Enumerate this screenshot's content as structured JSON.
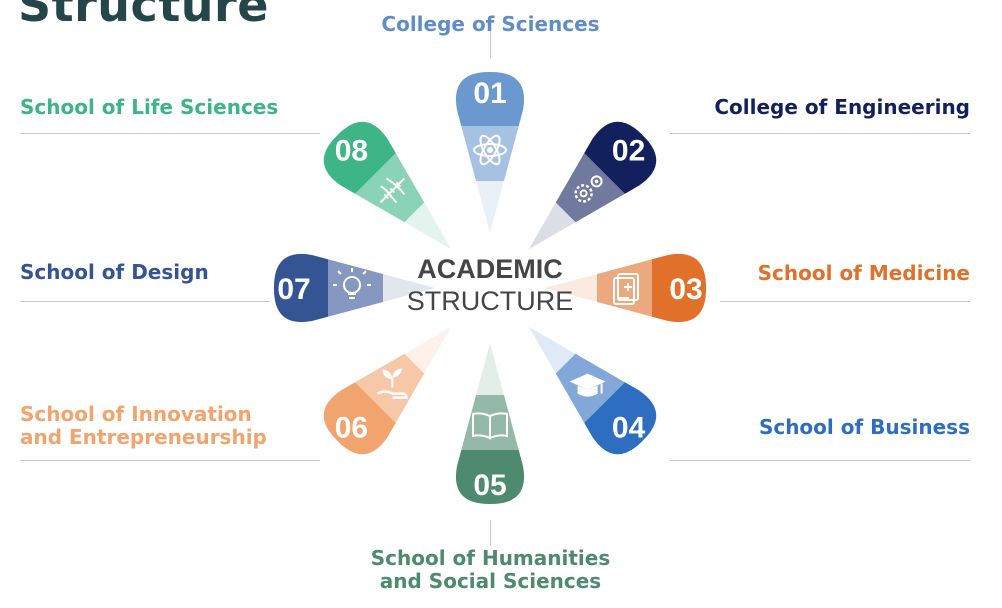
{
  "title": "Structure",
  "center": {
    "line1": "ACADEMIC",
    "line2": "STRUCTURE"
  },
  "segments": [
    {
      "number": "01",
      "name": "College of Sciences",
      "icon": "atom-icon",
      "color": "#6a98cf",
      "text_color": "#5f8ec6"
    },
    {
      "number": "02",
      "name": "College of Engineering",
      "icon": "gears-icon",
      "color": "#13205e",
      "text_color": "#13205e"
    },
    {
      "number": "03",
      "name": "School of Medicine",
      "icon": "medical-document-icon",
      "color": "#e0702a",
      "text_color": "#e0702a"
    },
    {
      "number": "04",
      "name": "School of Business",
      "icon": "graduation-cap-icon",
      "color": "#2e6ec0",
      "text_color": "#2e6ec0"
    },
    {
      "number": "05",
      "name": "School of Humanities and Social Sciences",
      "name_lines": [
        "School of Humanities",
        "and Social Sciences"
      ],
      "icon": "open-book-icon",
      "color": "#4d8a6e",
      "text_color": "#4d8a6e"
    },
    {
      "number": "06",
      "name": "School of Innovation and Entrepreneurship",
      "name_lines": [
        "School of Innovation",
        "and Entrepreneurship"
      ],
      "icon": "plant-hand-icon",
      "color": "#f2a46e",
      "text_color": "#f2a46e"
    },
    {
      "number": "07",
      "name": "School of Design",
      "icon": "lightbulb-icon",
      "color": "#355494",
      "text_color": "#355494"
    },
    {
      "number": "08",
      "name": "School of Life Sciences",
      "icon": "dna-icon",
      "color": "#3db587",
      "text_color": "#3db587"
    }
  ]
}
